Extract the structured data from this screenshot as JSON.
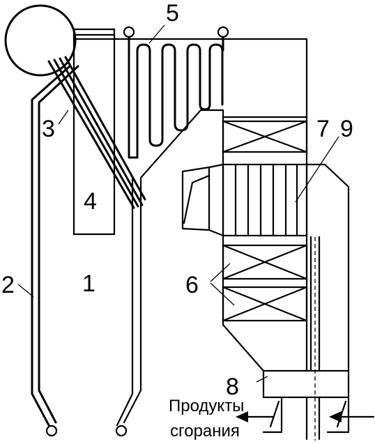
{
  "labels": {
    "l1": "1",
    "l2": "2",
    "l3": "3",
    "l4": "4",
    "l5": "5",
    "l6": "6",
    "l7": "7",
    "l8": "8",
    "l9": "9"
  },
  "caption": {
    "line1": "Продукты",
    "line2": "сгорания"
  }
}
